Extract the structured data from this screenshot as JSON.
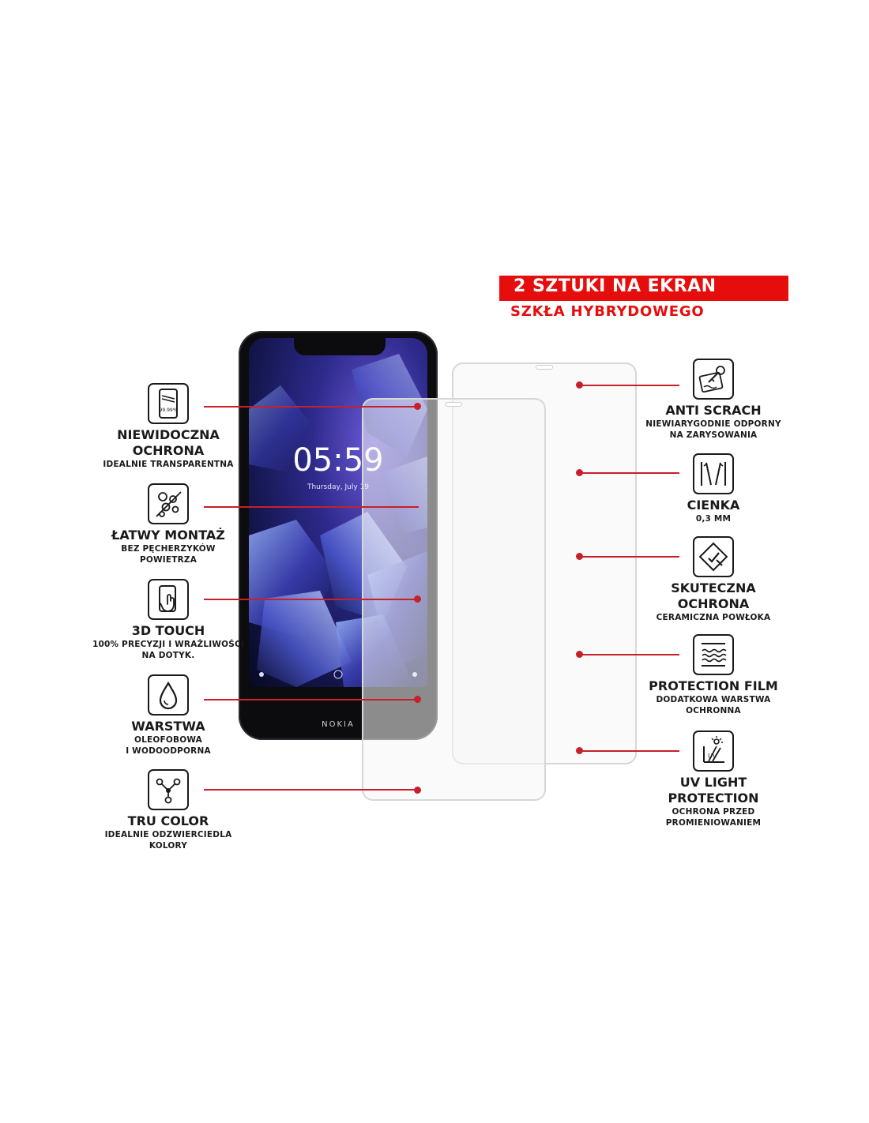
{
  "banner": {
    "title": "2 SZTUKI NA EKRAN",
    "subtitle": "SZKŁA HYBRYDOWEGO"
  },
  "phone": {
    "time": "05:59",
    "date": "Thursday, July 19",
    "brand": "NOKIA"
  },
  "left_features": [
    {
      "title": "NIEWIDOCZNA\nOCHRONA",
      "desc": "IDEALNIE TRANSPARENTNA",
      "icon": "transparent-glass-icon",
      "icon_text": "99.99%"
    },
    {
      "title": "ŁATWY MONTAŻ",
      "desc": "BEZ PĘCHERZYKÓW\nPOWIETRZA",
      "icon": "bubbles-icon"
    },
    {
      "title": "3D TOUCH",
      "desc": "100% PRECYZJI I WRAŻLIWOŚCI\nNA DOTYK.",
      "icon": "touch-icon"
    },
    {
      "title": "WARSTWA",
      "desc": "OLEOFOBOWA\nI WODOODPORNA",
      "icon": "water-drop-icon"
    },
    {
      "title": "TRU COLOR",
      "desc": "IDEALNIE ODZWIERCIEDLA\nKOLORY",
      "icon": "color-nodes-icon"
    }
  ],
  "right_features": [
    {
      "title": "ANTI SCRACH",
      "desc": "NIEWIARYGODNIE ODPORNY\nNA ZARYSOWANIA",
      "icon": "key-scratch-icon"
    },
    {
      "title": "CIENKA",
      "desc": "0,3 MM",
      "icon": "thin-glass-icon"
    },
    {
      "title": "SKUTECZNA\nOCHRONA",
      "desc": "CERAMICZNA POWŁOKA",
      "icon": "ceramic-coating-icon"
    },
    {
      "title": "PROTECTION FILM",
      "desc": "DODATKOWA WARSTWA\nOCHRONNA",
      "icon": "film-layers-icon"
    },
    {
      "title": "UV LIGHT\nPROTECTION",
      "desc": "OCHRONA PRZED\nPROMIENIOWANIEM",
      "icon": "uv-light-icon"
    }
  ],
  "colors": {
    "accent_red": "#e60d0d",
    "connector_red": "#c7202a",
    "text": "#1a1a1a"
  }
}
